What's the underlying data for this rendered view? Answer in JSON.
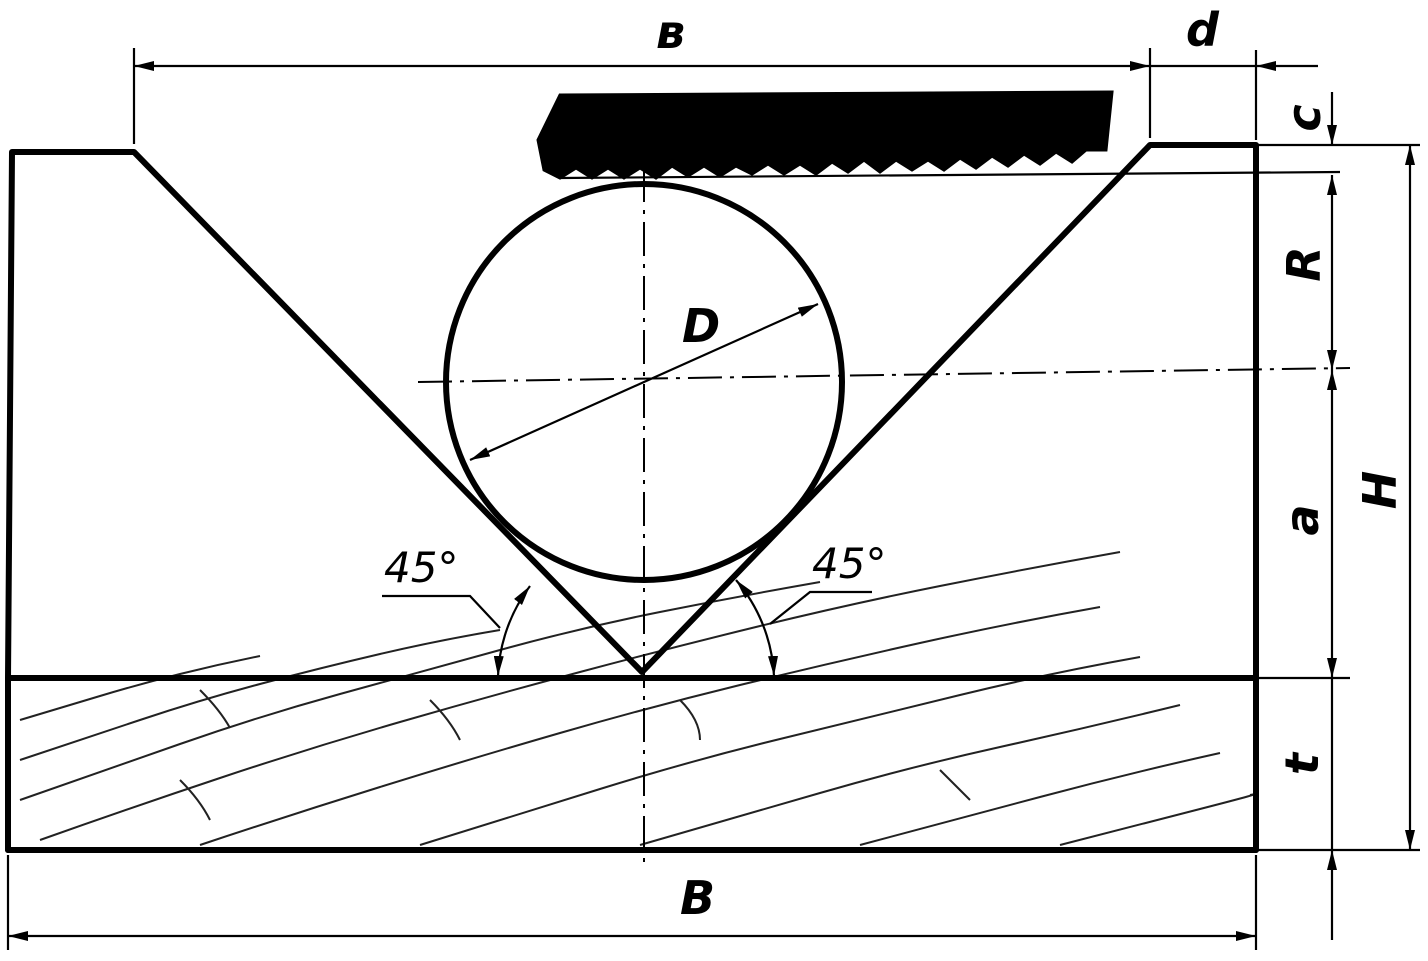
{
  "labels": {
    "top_width": "в",
    "gap": "d",
    "clearance": "c",
    "radius": "R",
    "diameter": "D",
    "height_a": "a",
    "total_height": "H",
    "thickness": "t",
    "base_width": "B",
    "angle_left": "45°",
    "angle_right": "45°"
  },
  "colors": {
    "ink": "#000000",
    "paper": "#ffffff"
  }
}
